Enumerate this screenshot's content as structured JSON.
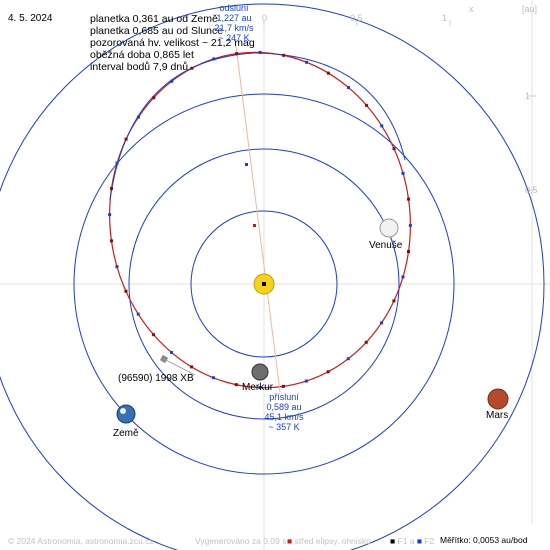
{
  "date": "4. 5. 2024",
  "info_lines": [
    "planetka 0,361 au od Země",
    "planetka 0,685 au od Slunce",
    "pozorovaná hv. velikost ~ 21,2 mag",
    "oběžná doba 0,865 let",
    "interval bodů 7,9 dnů"
  ],
  "axes": {
    "x_label": "x",
    "unit_label": "[au]",
    "x_ticks": [
      "0",
      "0,5",
      "1"
    ],
    "y_ticks": [
      "1",
      "0,5"
    ]
  },
  "aphelion": {
    "title": "odsluní",
    "distance": "1,227 au",
    "speed": "21,7 km/s",
    "temperature": "~ 247 K"
  },
  "perihelion": {
    "title": "přísluní",
    "distance": "0,589 au",
    "speed": "45,1 km/s",
    "temperature": "~ 357 K"
  },
  "bodies": {
    "venus": "Venuše",
    "mercury": "Merkur",
    "earth": "Země",
    "mars": "Mars",
    "asteroid": "(96590) 1998 XB"
  },
  "footer": {
    "copyright": "© 2024 Astronomia, astronomia.zcu.cz",
    "generated": "Vygenerováno za 0,09 s",
    "legend_center": "střed elipsy, ohnisko",
    "legend_f1": "F1 a",
    "legend_f2": "F2",
    "scale": "Měřítko: 0,0053 au/bod"
  },
  "colors": {
    "asteroid_orbit": "#d01818",
    "planet_orbit": "#1a3dd8",
    "apsis_line": "#f0b8a0",
    "sun": "#f5d31c"
  }
}
